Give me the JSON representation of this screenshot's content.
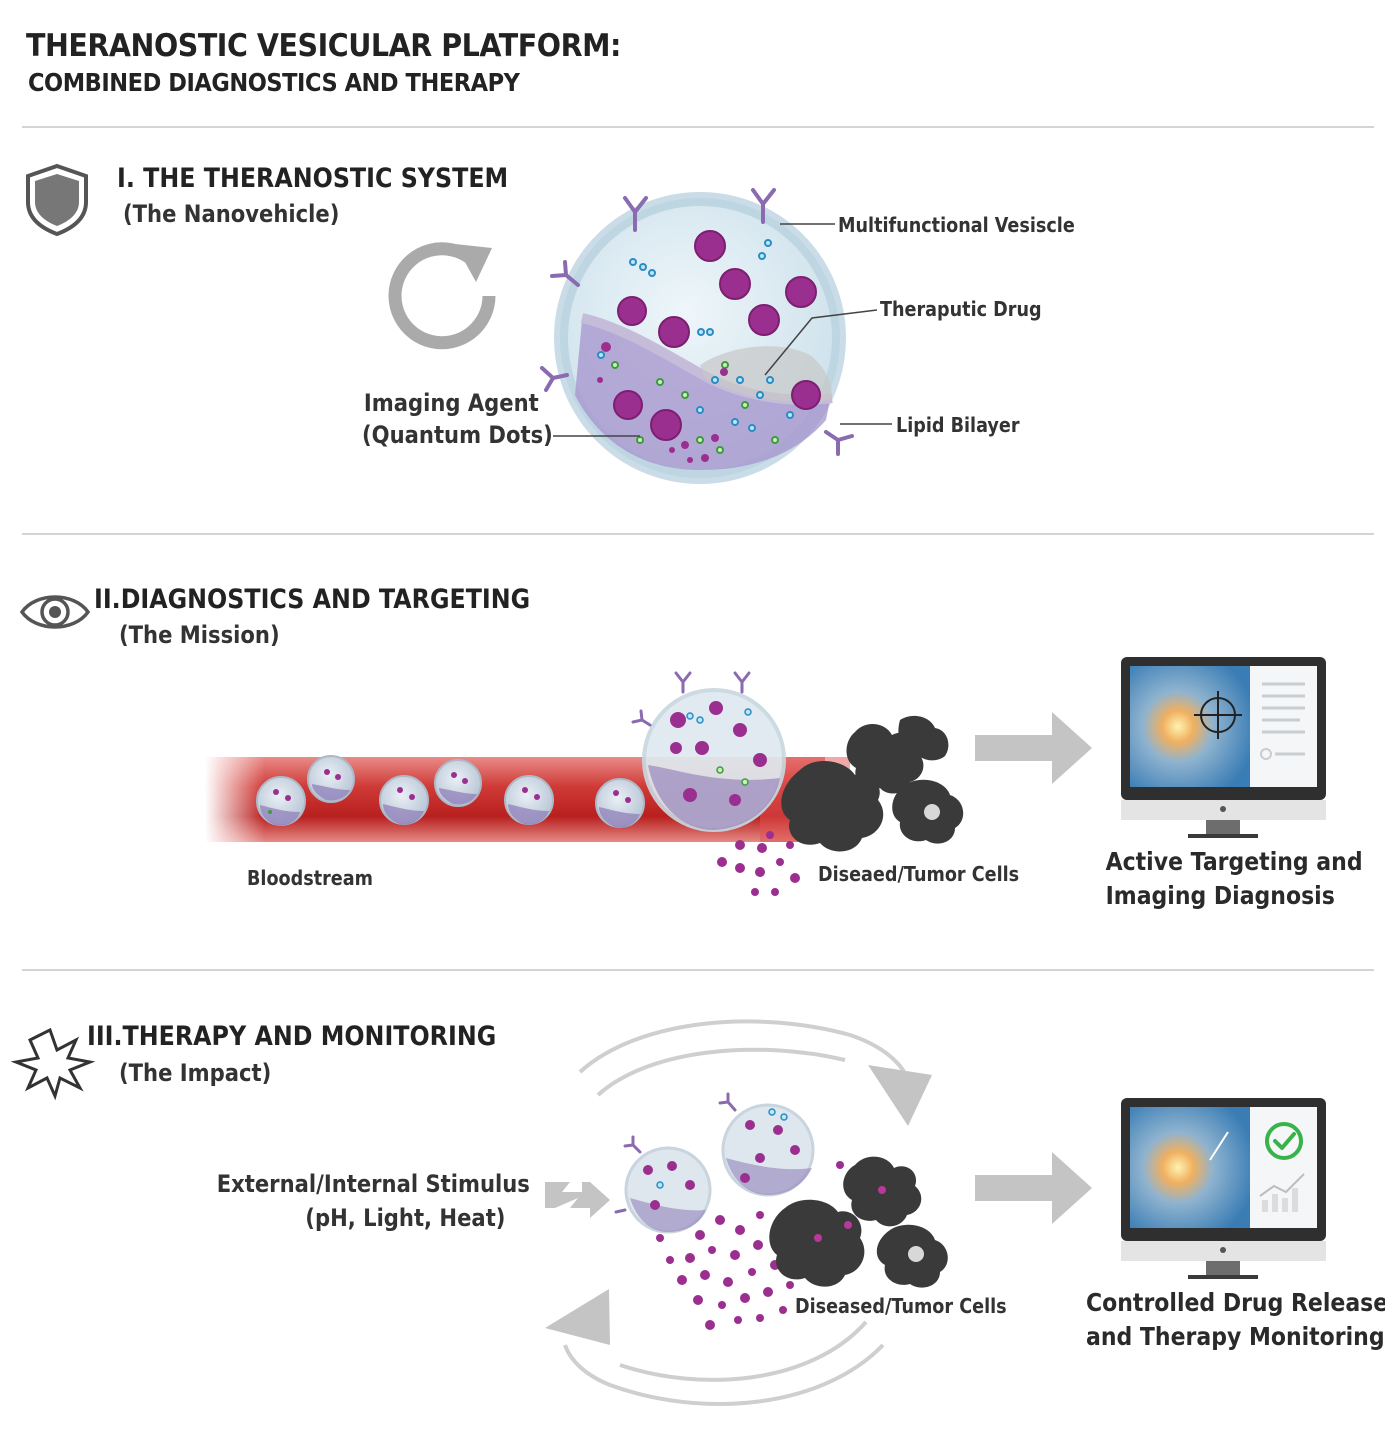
{
  "header": {
    "title": "THERANOSTIC VESICULAR PLATFORM:",
    "subtitle": "COMBINED DIAGNOSTICS AND THERAPY"
  },
  "sections": [
    {
      "heading": "I. THE THERANOSTIC SYSTEM",
      "subheading": "(The Nanovehicle)",
      "icon": "shield-icon",
      "labels": {
        "vesicle": "Multifunctional Vesiscle",
        "drug": "Theraputic Drug",
        "bilayer": "Lipid Bilayer",
        "imaging_line1": "Imaging Agent",
        "imaging_line2": "(Quantum Dots)"
      }
    },
    {
      "heading": "II.DIAGNOSTICS AND TARGETING",
      "subheading": "(The Mission)",
      "icon": "eye-icon",
      "labels": {
        "bloodstream": "Bloodstream",
        "cells": "Diseaed/Tumor Cells",
        "result_line1": "Active Targeting and",
        "result_line2": "Imaging Diagnosis"
      }
    },
    {
      "heading": "III.THERAPY AND MONITORING",
      "subheading": "(The Impact)",
      "icon": "starburst-icon",
      "labels": {
        "stimulus_line1": "External/Internal Stimulus",
        "stimulus_line2": "(pH, Light, Heat)",
        "cells": "Diseased/Tumor Cells",
        "result_line1": "Controlled Drug Release",
        "result_line2": "and Therapy Monitoring"
      }
    }
  ],
  "colors": {
    "drug": "#9b2f8f",
    "lipid": "#9a86c4",
    "vesicle_fill": "#d6e8f1",
    "blood": "#c82e2e",
    "tumor": "#3a3a3a",
    "arrow": "#c4c4c4",
    "check": "#38b24a",
    "screen": "#2b6fa3"
  }
}
